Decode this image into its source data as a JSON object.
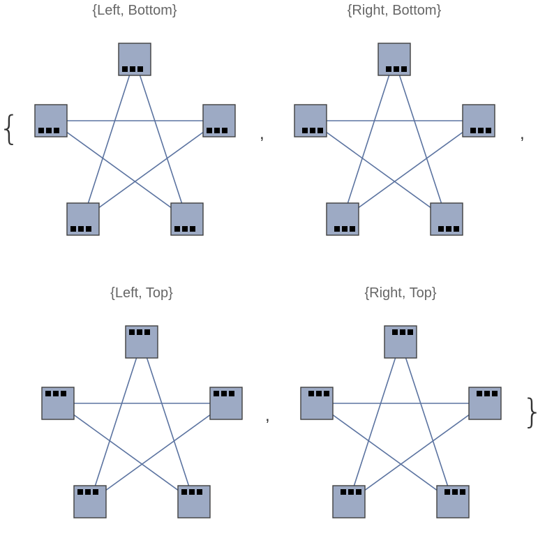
{
  "outer_open": "{",
  "outer_close": "}",
  "separator": ",",
  "style": {
    "edge_color": "#5b73a0",
    "node_fill": "#9daac4",
    "node_stroke": "#3f3f3f",
    "dot_color": "#000000"
  },
  "graph": {
    "nodes": [
      "top",
      "upper-left",
      "upper-right",
      "lower-left",
      "lower-right"
    ],
    "edges": [
      [
        "upper-left",
        "upper-right"
      ],
      [
        "top",
        "lower-left"
      ],
      [
        "top",
        "lower-right"
      ],
      [
        "upper-left",
        "lower-right"
      ],
      [
        "upper-right",
        "lower-left"
      ]
    ],
    "node_icon": "ellipsis-dots-icon"
  },
  "panels": [
    {
      "id": "left-bottom",
      "title": "{Left, Bottom}",
      "dots_position": "bottom-left"
    },
    {
      "id": "right-bottom",
      "title": "{Right, Bottom}",
      "dots_position": "bottom-right"
    },
    {
      "id": "left-top",
      "title": "{Left, Top}",
      "dots_position": "top-left"
    },
    {
      "id": "right-top",
      "title": "{Right, Top}",
      "dots_position": "top-right"
    }
  ]
}
